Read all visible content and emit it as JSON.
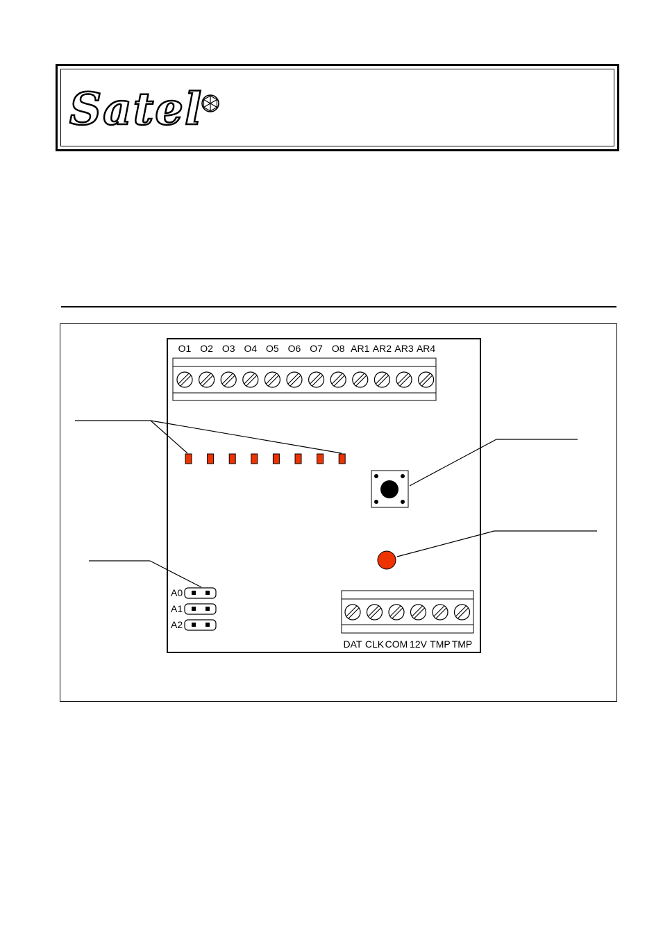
{
  "header": {
    "logo_text": "Satel",
    "logo_mark_icon": "satel-crystal-icon"
  },
  "diagram": {
    "top_terminals": [
      "O1",
      "O2",
      "O3",
      "O4",
      "O5",
      "O6",
      "O7",
      "O8",
      "AR1",
      "AR2",
      "AR3",
      "AR4"
    ],
    "bottom_terminals": [
      "DAT",
      "CLK",
      "COM",
      "12V",
      "TMP",
      "TMP"
    ],
    "jumpers": [
      "A0",
      "A1",
      "A2"
    ],
    "led_count": 8,
    "colors": {
      "led": "#ee3300",
      "indicator": "#ee3300",
      "button": "#000000",
      "line": "#000000"
    }
  }
}
